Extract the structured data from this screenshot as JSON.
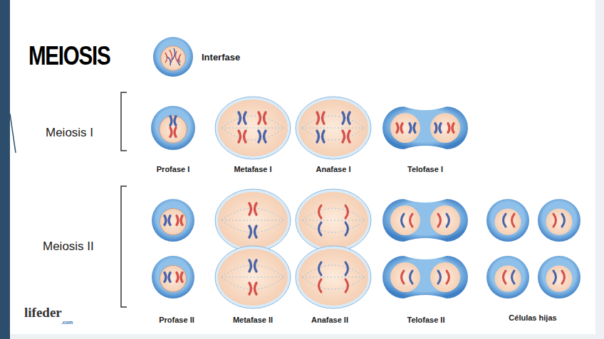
{
  "diagram": {
    "title": "MEIOSIS",
    "labels": [
      "Interfase",
      "Meiosis I",
      "Profase I",
      "Metafase I",
      "Anafase I",
      "Telofase I",
      "Meiosis II",
      "Profase II",
      "Metafase II",
      "Anafase II",
      "Telofase II",
      "Células hijas",
      "lifeder",
      ".com"
    ]
  }
}
